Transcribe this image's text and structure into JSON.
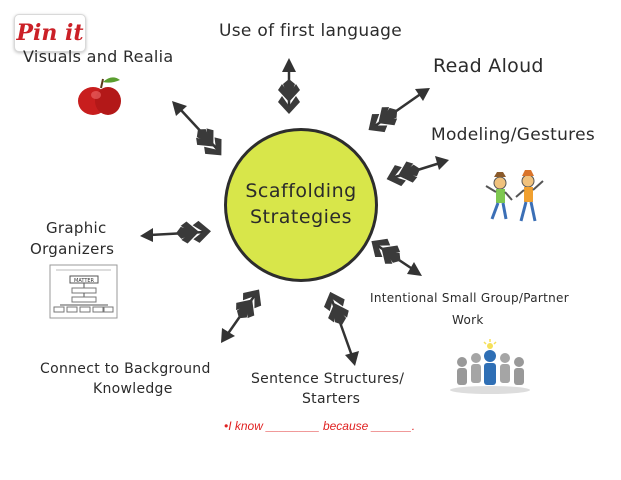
{
  "pin_button": {
    "label": "Pin it",
    "color": "#cb2027"
  },
  "center": {
    "line1": "Scaffolding",
    "line2": "Strategies",
    "fill": "#d8e64a"
  },
  "strategies": [
    {
      "label": "Use of first language"
    },
    {
      "label": "Read Aloud"
    },
    {
      "label": "Modeling/Gestures"
    },
    {
      "label": "Intentional Small Group/Partner",
      "label2": "Work"
    },
    {
      "label": "Sentence Structures/",
      "label2": "Starters"
    },
    {
      "label": "Connect to Background",
      "label2": "Knowledge"
    },
    {
      "label": "Graphic",
      "label2": "Organizers"
    },
    {
      "label": "Visuals and Realia"
    }
  ],
  "sentence_starter": "•I know ________ because ______.",
  "organizer_thumbnail": {
    "title": "MATTER"
  },
  "icons": [
    "apple-icon",
    "people-gesturing-icon",
    "graphic-organizer-icon",
    "group-leader-icon"
  ]
}
